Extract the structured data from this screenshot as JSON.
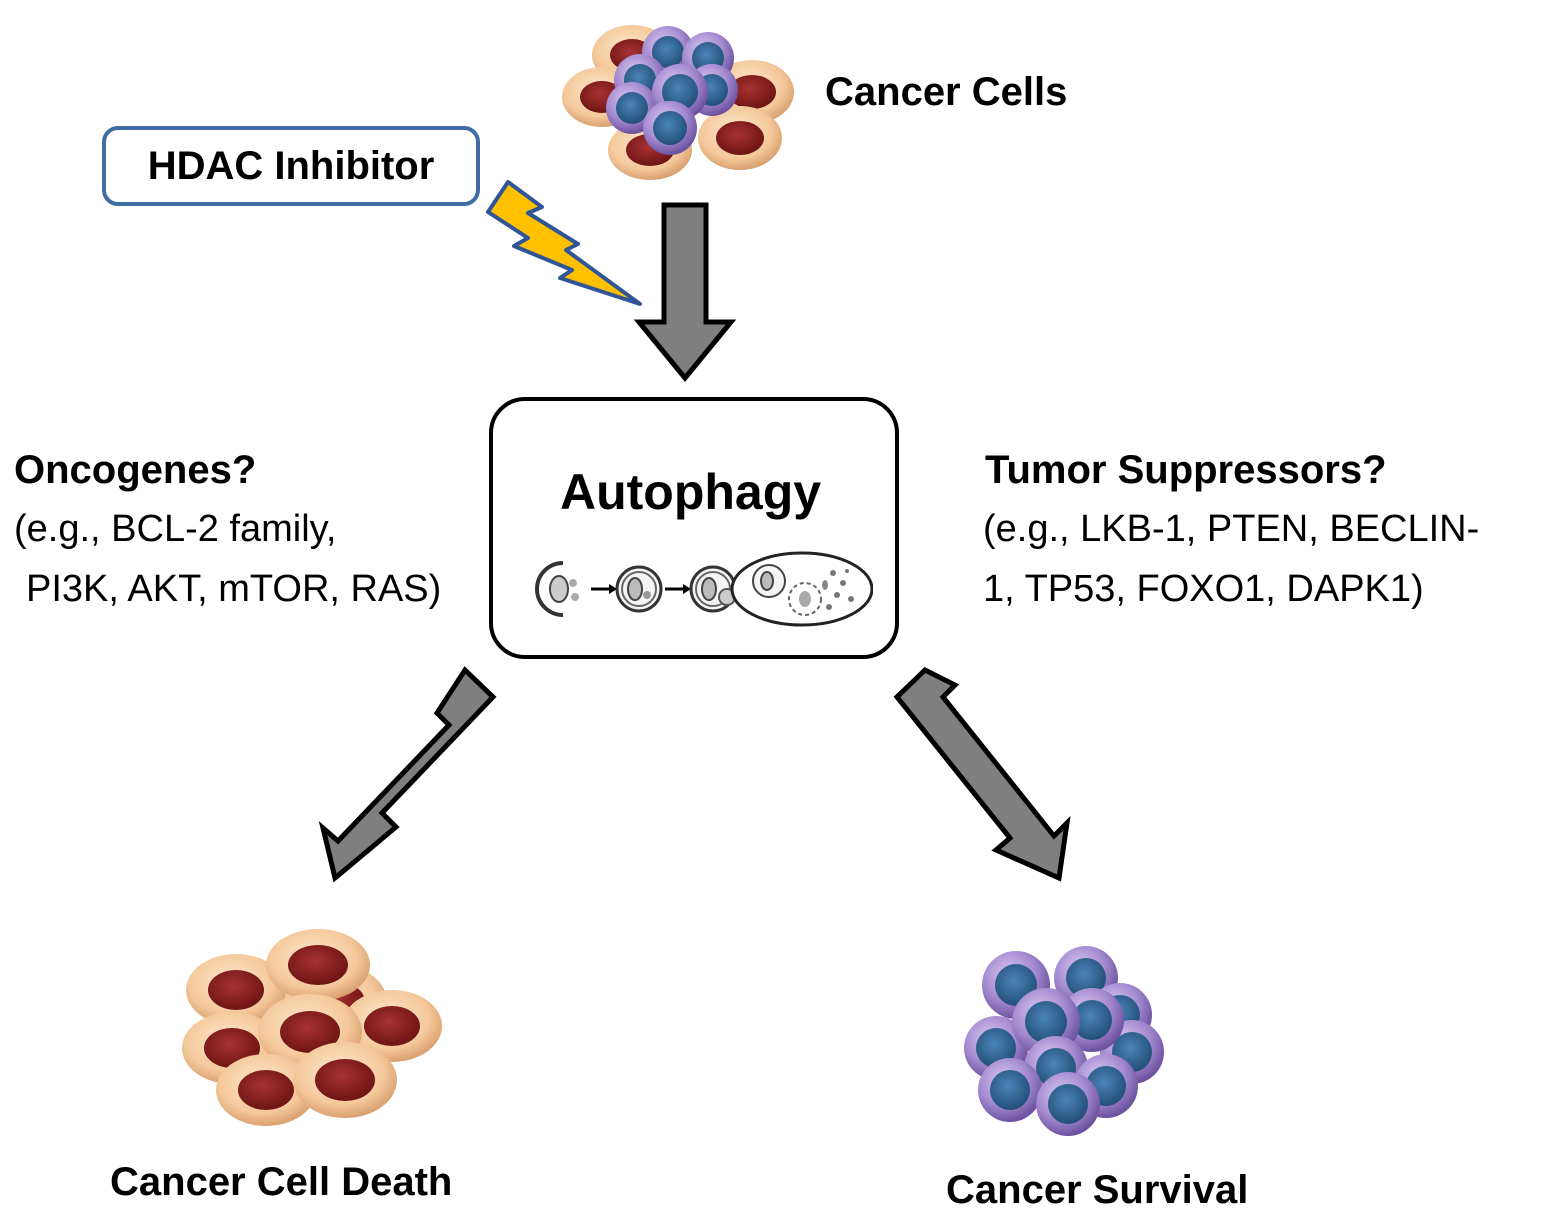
{
  "title": "",
  "nodes": {
    "cancer_cells": "Cancer Cells",
    "hdac_inhibitor": "HDAC Inhibitor",
    "autophagy": "Autophagy",
    "oncogenes_title": "Oncogenes?",
    "oncogenes_line1": "(e.g., BCL-2 family,",
    "oncogenes_line2": "PI3K, AKT, mTOR, RAS)",
    "suppressors_title": "Tumor Suppressors?",
    "suppressors_line1": "(e.g., LKB-1, PTEN, BECLIN-",
    "suppressors_line2": "1, TP53, FOXO1, DAPK1)",
    "cell_death": "Cancer Cell Death",
    "survival": "Cancer Survival"
  },
  "colors": {
    "arrow_fill": "#7f7f7f",
    "arrow_stroke": "#000000",
    "lightning_fill": "#ffc000",
    "lightning_stroke": "#2f5597",
    "hdac_border": "#3f6ea4",
    "peach_cell": "#f4c89a",
    "peach_nucleus": "#8b1f1f",
    "purple_cell": "#9b7fc7",
    "blue_nucleus": "#2f6596"
  },
  "icons": [
    "lightning-bolt-icon",
    "cell-cluster-icon",
    "autophagy-process-icon"
  ]
}
